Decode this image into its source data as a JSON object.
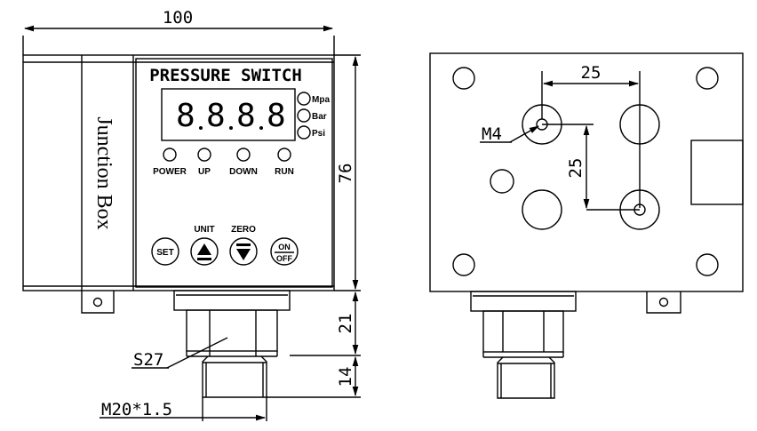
{
  "front_view": {
    "title": "PRESSURE SWITCH",
    "junction_box_label": "Junction Box",
    "display_digits": [
      "8",
      "8",
      "8",
      "8"
    ],
    "units": [
      "Mpa",
      "Bar",
      "Psi"
    ],
    "indicators": [
      "POWER",
      "UP",
      "DOWN",
      "RUN"
    ],
    "button_labels": {
      "set": "SET",
      "unit": "UNIT",
      "zero": "ZERO",
      "on": "ON",
      "off": "OFF"
    }
  },
  "dimensions": {
    "width": "100",
    "height": "76",
    "neck_height": "21",
    "thread_height": "14",
    "hex": "S27",
    "thread": "M20*1.5"
  },
  "back_view": {
    "hole_spacing_horizontal": "25",
    "hole_spacing_vertical": "25",
    "screw": "M4"
  }
}
